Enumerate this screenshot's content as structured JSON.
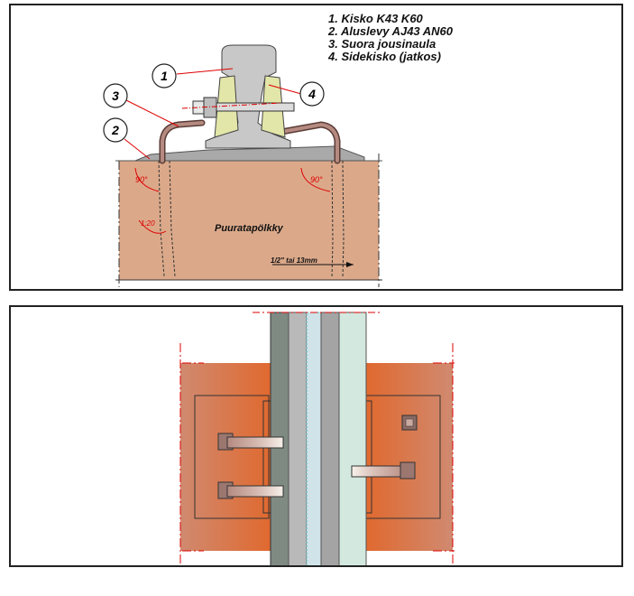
{
  "legend": [
    "1. Kisko  K43  K60",
    "2. Aluslevy  AJ43  AN60",
    "3. Suora jousinaula",
    "4. Sidekisko (jatkos)"
  ],
  "callouts": [
    "1",
    "2",
    "3",
    "4"
  ],
  "labels": {
    "sleeper": "Puuratapölkky",
    "angle_left": "90°",
    "angle_right": "90°",
    "slope": "1:20",
    "dimension": "1/2\" tai 13mm"
  },
  "colors": {
    "sleeper": "#dba98a",
    "rail": "#c8c8c8",
    "fishplate": "#e2e6a8",
    "spike": "#b58a80",
    "sleeper_gradient_light": "#d08a70",
    "sleeper_gradient_dark": "#e0692f"
  }
}
